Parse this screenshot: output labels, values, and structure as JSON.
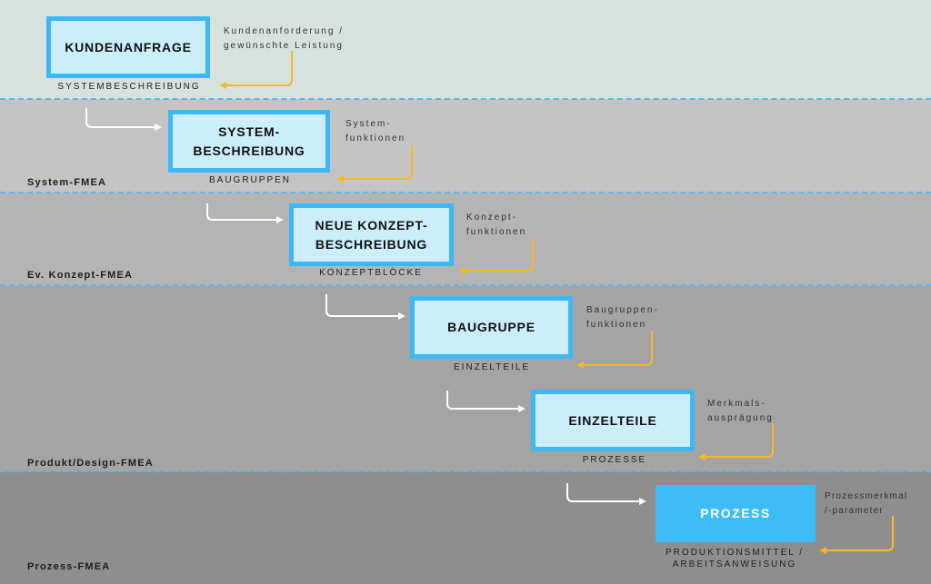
{
  "colors": {
    "band_1": "#d7e2de",
    "band_2": "#c4c4c4",
    "band_3": "#b4b4b4",
    "band_4": "#a4a4a4",
    "band_5": "#8e8e8e",
    "dash": "#5bb8f0",
    "box_fill": "#cbeefa",
    "box_border": "#3eb8f4",
    "arrow_white": "#ffffff",
    "arrow_yellow": "#f5b82a"
  },
  "bands": [
    {
      "label": ""
    },
    {
      "label": "System-FMEA"
    },
    {
      "label": "Ev. Konzept-FMEA"
    },
    {
      "label": "Produkt/Design-FMEA"
    },
    {
      "label": "Prozess-FMEA"
    }
  ],
  "steps": [
    {
      "title": "KUNDENANFRAGE",
      "sub": "SYSTEMBESCHREIBUNG",
      "note": "Kundenanforderung /\ngewünschte Leistung"
    },
    {
      "title": "SYSTEM-\nBESCHREIBUNG",
      "sub": "BAUGRUPPEN",
      "note": "System-\nfunktionen"
    },
    {
      "title": "NEUE KONZEPT-\nBESCHREIBUNG",
      "sub": "KONZEPTBLÖCKE",
      "note": "Konzept-\nfunktionen"
    },
    {
      "title": "BAUGRUPPE",
      "sub": "EINZELTEILE",
      "note": "Baugruppen-\nfunktionen"
    },
    {
      "title": "EINZELTEILE",
      "sub": "PROZESSE",
      "note": "Merkmals-\nausprägung"
    },
    {
      "title": "PROZESS",
      "sub": "PRODUKTIONSMITTEL /\nARBEITSANWEISUNG",
      "note": "Prozessmerkmal\n/-parameter"
    }
  ]
}
